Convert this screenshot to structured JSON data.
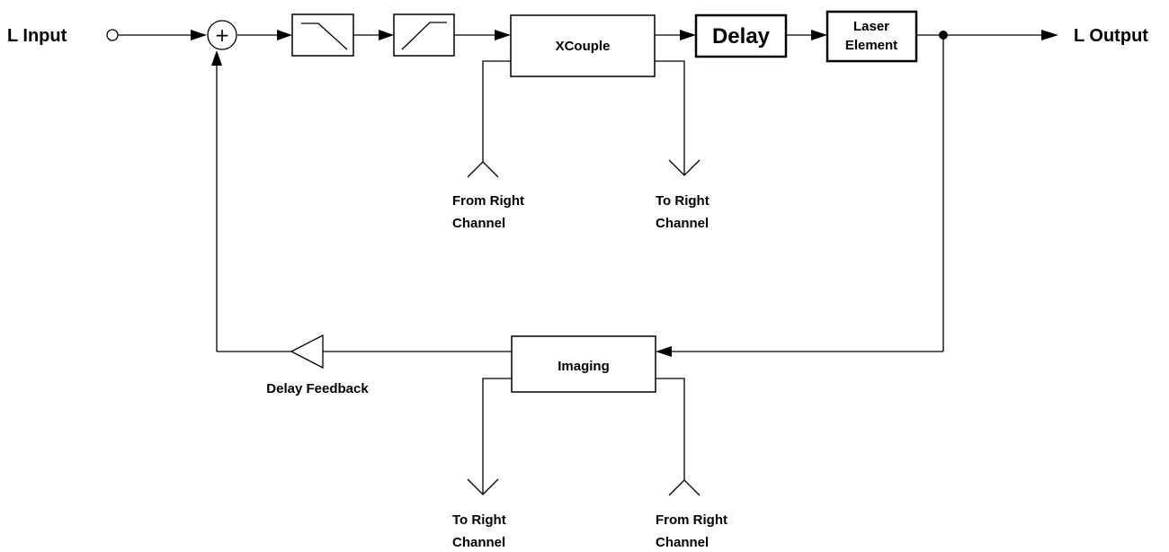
{
  "diagram": {
    "input_label": "L Input",
    "output_label": "L Output",
    "xcouple_label": "XCouple",
    "delay_label": "Delay",
    "laser_label_line1": "Laser",
    "laser_label_line2": "Element",
    "imaging_label": "Imaging",
    "feedback_label": "Delay Feedback",
    "xcouple_from_line1": "From Right",
    "xcouple_from_line2": "Channel",
    "xcouple_to_line1": "To Right",
    "xcouple_to_line2": "Channel",
    "imaging_to_line1": "To Right",
    "imaging_to_line2": "Channel",
    "imaging_from_line1": "From Right",
    "imaging_from_line2": "Channel",
    "summing_symbol": "+"
  }
}
